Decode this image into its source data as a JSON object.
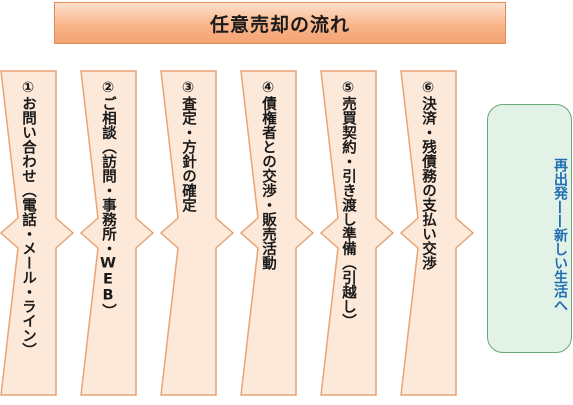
{
  "title": "任意売却の流れ",
  "steps": [
    {
      "label": "①お問い合わせ（電話・メール・ライン）"
    },
    {
      "label": "②ご相談（訪問・事務所・WEB）"
    },
    {
      "label": "③査定・方針の確定"
    },
    {
      "label": "④債権者との交渉・販売活動"
    },
    {
      "label": "⑤売買契約・引き渡し準備（引越し）"
    },
    {
      "label": "⑥決済・残債務の支払い交渉"
    }
  ],
  "final": {
    "line1": "再出発",
    "separator": "——",
    "line2": "新しい生活へ"
  },
  "colors": {
    "title_fill": "#f9b58a",
    "title_border": "#e08a55",
    "step_fill": "#fde9d9",
    "step_border": "#e8a474",
    "final_fill": "#e3f2e6",
    "final_border": "#6aa77a",
    "final_text": "#1e6fb4"
  }
}
